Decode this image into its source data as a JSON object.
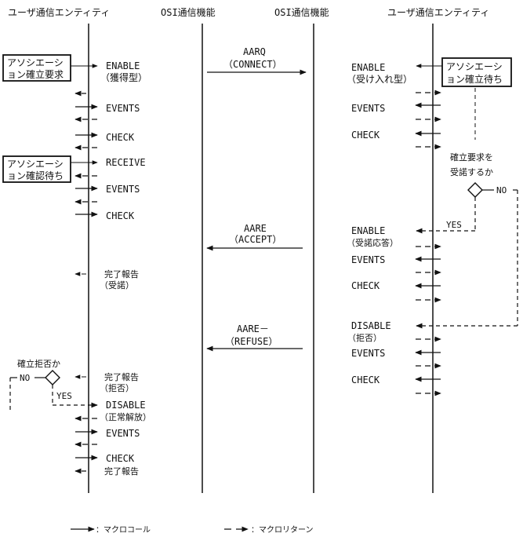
{
  "headers": [
    "ユーザ通信エンティティ",
    "OSI通信機能",
    "OSI通信機能",
    "ユーザ通信エンティティ"
  ],
  "left": {
    "box_assoc_req": [
      "アソシエーシ",
      "ョン確立要求"
    ],
    "enable": "ENABLE",
    "enable_sub": "（獲得型）",
    "events1": "EVENTS",
    "check1": "CHECK",
    "box_wait_confirm": [
      "アソシエーシ",
      "ョン確認待ち"
    ],
    "receive": "RECEIVE",
    "events2": "EVENTS",
    "check2": "CHECK",
    "report1": "完了報告",
    "report1_sub": "（受諾）",
    "reject_q": "確立拒否か",
    "no": "NO",
    "yes": "YES",
    "report2": "完了報告",
    "report2_sub": "（拒否）",
    "disable": "DISABLE",
    "disable_sub": "（正常解放）",
    "events3": "EVENTS",
    "check3": "CHECK",
    "report3": "完了報告"
  },
  "middle": {
    "aarq": "AARQ",
    "aarq_sub": "（CONNECT）",
    "aare": "AARE",
    "aare_sub": "（ACCEPT）",
    "aare_refuse": "AARE－",
    "aare_refuse_sub": "（REFUSE）"
  },
  "right": {
    "box_wait_assoc": [
      "アソシエーシ",
      "ョン確立待ち"
    ],
    "enable": "ENABLE",
    "enable_sub": "（受け入れ型）",
    "events1": "EVENTS",
    "check1": "CHECK",
    "accept_q": [
      "確立要求を",
      "受諾するか"
    ],
    "no": "NO",
    "yes": "YES",
    "enable2": "ENABLE",
    "enable2_sub": "（受諾応答）",
    "events2": "EVENTS",
    "check2": "CHECK",
    "disable": "DISABLE",
    "disable_sub": "（拒否）",
    "events3": "EVENTS",
    "check3": "CHECK"
  },
  "legend": {
    "macro_call": "：マクロコール",
    "macro_return": "：マクロリターン"
  }
}
